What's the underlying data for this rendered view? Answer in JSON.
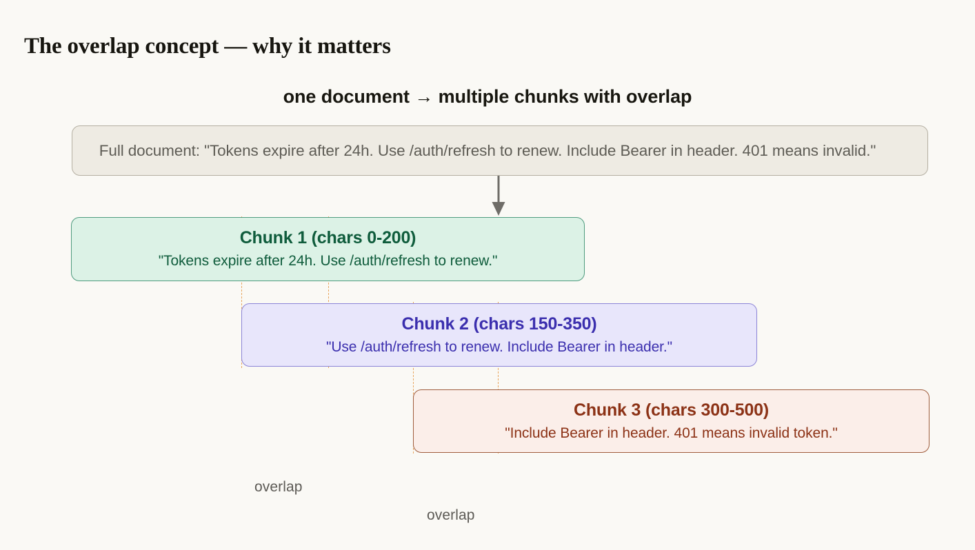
{
  "page": {
    "title": "The overlap concept — why it matters",
    "subtitle": "one document → multiple chunks with overlap",
    "background_color": "#faf9f5"
  },
  "document_box": {
    "label": "Full document: \"Tokens expire after 24h. Use /auth/refresh to renew. Include Bearer in header. 401 means invalid.\"",
    "fill_color": "#eeebe3",
    "border_color": "#b4afa2",
    "text_color": "#5e5c55"
  },
  "flow_arrow": {
    "name": "down-arrow",
    "color": "#6f6d68"
  },
  "chunks": [
    {
      "title": "Chunk 1 (chars 0-200)",
      "text": "\"Tokens expire after 24h. Use /auth/refresh to renew.\"",
      "range_start": 0,
      "range_end": 200,
      "fill_color": "#dcf2e6",
      "border_color": "#4e9b7e",
      "text_color": "#0f5c3c"
    },
    {
      "title": "Chunk 2 (chars 150-350)",
      "text": "\"Use /auth/refresh to renew. Include Bearer in header.\"",
      "range_start": 150,
      "range_end": 350,
      "fill_color": "#e8e6fb",
      "border_color": "#8b84d6",
      "text_color": "#3b2fae"
    },
    {
      "title": "Chunk 3 (chars 300-500)",
      "text": "\"Include Bearer in header. 401 means invalid token.\"",
      "range_start": 300,
      "range_end": 500,
      "fill_color": "#fbeee9",
      "border_color": "#9f5c3c",
      "text_color": "#8c3216"
    }
  ],
  "overlaps": [
    {
      "label": "overlap",
      "between": "Chunk 1 / Chunk 2",
      "chars": "150-200",
      "line_color": "#e8a45c"
    },
    {
      "label": "overlap",
      "between": "Chunk 2 / Chunk 3",
      "chars": "300-350",
      "line_color": "#e8a45c"
    }
  ]
}
